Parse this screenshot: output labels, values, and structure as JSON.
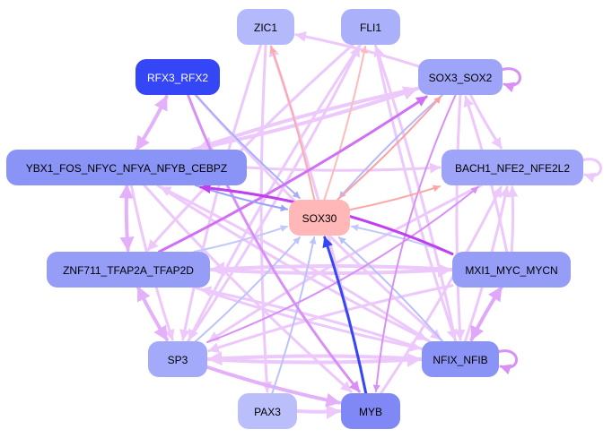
{
  "diagram": {
    "type": "directed-network",
    "nodes": [
      {
        "id": "ZIC1",
        "label": "ZIC1",
        "fill": "#b3b9fb",
        "text": "#000000"
      },
      {
        "id": "FLI1",
        "label": "FLI1",
        "fill": "#aab1fa",
        "text": "#000000"
      },
      {
        "id": "RFX3_RFX2",
        "label": "RFX3_RFX2",
        "fill": "#3446f5",
        "text": "#ffffff"
      },
      {
        "id": "SOX3_SOX2",
        "label": "SOX3_SOX2",
        "fill": "#9ea5f8",
        "text": "#000000"
      },
      {
        "id": "YBX1_FOS_NFYC_NFYA_NFYB_CEBPZ",
        "label": "YBX1_FOS_NFYC_NFYA_NFYB_CEBPZ",
        "fill": "#8a93f6",
        "text": "#000000"
      },
      {
        "id": "BACH1_NFE2_NFE2L2",
        "label": "BACH1_NFE2_NFE2L2",
        "fill": "#9ea5f8",
        "text": "#000000"
      },
      {
        "id": "SOX30",
        "label": "SOX30",
        "fill": "#ffb7b7",
        "text": "#000000"
      },
      {
        "id": "ZNF711_TFAP2A_TFAP2D",
        "label": "ZNF711_TFAP2A_TFAP2D",
        "fill": "#959df7",
        "text": "#000000"
      },
      {
        "id": "MXI1_MYC_MYCN",
        "label": "MXI1_MYC_MYCN",
        "fill": "#959df7",
        "text": "#000000"
      },
      {
        "id": "SP3",
        "label": "SP3",
        "fill": "#a3aaf9",
        "text": "#000000"
      },
      {
        "id": "NFIX_NFIB",
        "label": "NFIX_NFIB",
        "fill": "#8a93f6",
        "text": "#000000"
      },
      {
        "id": "PAX3",
        "label": "PAX3",
        "fill": "#babffc",
        "text": "#000000"
      },
      {
        "id": "MYB",
        "label": "MYB",
        "fill": "#8088f6",
        "text": "#000000"
      }
    ],
    "edges": [
      {
        "from": "MYB",
        "to": "SOX30",
        "color": "#3446f5",
        "weight": 3
      },
      {
        "from": "SP3",
        "to": "SOX30",
        "color": "#bcc2fb",
        "weight": 2
      },
      {
        "from": "PAX3",
        "to": "SOX30",
        "color": "#bcc2fb",
        "weight": 2
      },
      {
        "from": "NFIX_NFIB",
        "to": "SOX30",
        "color": "#b8befb",
        "weight": 2
      },
      {
        "from": "MXI1_MYC_MYCN",
        "to": "SOX30",
        "color": "#c3c8fb",
        "weight": 2
      },
      {
        "from": "ZNF711_TFAP2A_TFAP2D",
        "to": "SOX30",
        "color": "#c3c8fb",
        "weight": 2
      },
      {
        "from": "YBX1_FOS_NFYC_NFYA_NFYB_CEBPZ",
        "to": "SOX30",
        "color": "#9aa2f8",
        "weight": 2
      },
      {
        "from": "RFX3_RFX2",
        "to": "SOX30",
        "color": "#a7aef9",
        "weight": 2
      },
      {
        "from": "SOX3_SOX2",
        "to": "SOX30",
        "color": "#b5bbfa",
        "weight": 2
      },
      {
        "from": "SOX30",
        "to": "ZIC1",
        "color": "#ffaaaa",
        "weight": 2
      },
      {
        "from": "SOX30",
        "to": "FLI1",
        "color": "#ffbaba",
        "weight": 2
      },
      {
        "from": "SOX30",
        "to": "SOX3_SOX2",
        "color": "#ff9f9f",
        "weight": 2
      },
      {
        "from": "SOX30",
        "to": "BACH1_NFE2_NFE2L2",
        "color": "#ffa5a5",
        "weight": 2
      },
      {
        "from": "MXI1_MYC_MYCN",
        "to": "YBX1_FOS_NFYC_NFYA_NFYB_CEBPZ",
        "color": "#c040f0",
        "weight": 3
      },
      {
        "from": "ZNF711_TFAP2A_TFAP2D",
        "to": "SOX3_SOX2",
        "color": "#d070f5",
        "weight": 3
      },
      {
        "from": "SP3",
        "to": "BACH1_NFE2_NFE2L2",
        "color": "#d890f7",
        "weight": 2
      },
      {
        "from": "YBX1_FOS_NFYC_NFYA_NFYB_CEBPZ",
        "to": "RFX3_RFX2",
        "color": "#e4b0fa",
        "weight": 4,
        "bidirectional": true
      },
      {
        "from": "YBX1_FOS_NFYC_NFYA_NFYB_CEBPZ",
        "to": "ZNF711_TFAP2A_TFAP2D",
        "color": "#e4b0fa",
        "weight": 4,
        "bidirectional": true
      },
      {
        "from": "ZNF711_TFAP2A_TFAP2D",
        "to": "SP3",
        "color": "#e4b0fa",
        "weight": 4,
        "bidirectional": true
      },
      {
        "from": "MXI1_MYC_MYCN",
        "to": "NFIX_NFIB",
        "color": "#e0a8fa",
        "weight": 4,
        "bidirectional": true
      },
      {
        "from": "MXI1_MYC_MYCN",
        "to": "BACH1_NFE2_NFE2L2",
        "color": "#ecc8fb",
        "weight": 3
      },
      {
        "from": "SOX3_SOX2",
        "to": "BACH1_NFE2_NFE2L2",
        "color": "#ecc8fb",
        "weight": 3
      },
      {
        "from": "SOX3_SOX2",
        "to": "ZIC1",
        "color": "#ecc8fb",
        "weight": 3
      },
      {
        "from": "YBX1_FOS_NFYC_NFYA_NFYB_CEBPZ",
        "to": "SOX3_SOX2",
        "color": "#ecc8fb",
        "weight": 4
      },
      {
        "from": "SOX3_SOX2",
        "to": "YBX1_FOS_NFYC_NFYA_NFYB_CEBPZ",
        "color": "#ecc8fb",
        "weight": 4
      },
      {
        "from": "ZNF711_TFAP2A_TFAP2D",
        "to": "MXI1_MYC_MYCN",
        "color": "#ecc8fb",
        "weight": 4
      },
      {
        "from": "MXI1_MYC_MYCN",
        "to": "ZNF711_TFAP2A_TFAP2D",
        "color": "#ecc8fb",
        "weight": 4
      },
      {
        "from": "YBX1_FOS_NFYC_NFYA_NFYB_CEBPZ",
        "to": "BACH1_NFE2_NFE2L2",
        "color": "#ecc8fb",
        "weight": 3
      },
      {
        "from": "SP3",
        "to": "NFIX_NFIB",
        "color": "#ecc8fb",
        "weight": 4
      },
      {
        "from": "NFIX_NFIB",
        "to": "SP3",
        "color": "#ecc8fb",
        "weight": 4
      },
      {
        "from": "SP3",
        "to": "MYB",
        "color": "#e4b0fa",
        "weight": 4
      },
      {
        "from": "PAX3",
        "to": "MYB",
        "color": "#ecc8fb",
        "weight": 4
      },
      {
        "from": "ZIC1",
        "to": "PAX3",
        "color": "#ecc8fb",
        "weight": 3
      },
      {
        "from": "FLI1",
        "to": "NFIX_NFIB",
        "color": "#ecc8fb",
        "weight": 3
      },
      {
        "from": "FLI1",
        "to": "SP3",
        "color": "#ecc8fb",
        "weight": 3
      },
      {
        "from": "ZIC1",
        "to": "SP3",
        "color": "#ecc8fb",
        "weight": 3
      },
      {
        "from": "RFX3_RFX2",
        "to": "MYB",
        "color": "#d890f7",
        "weight": 3
      },
      {
        "from": "RFX3_RFX2",
        "to": "NFIX_NFIB",
        "color": "#ecc8fb",
        "weight": 3
      },
      {
        "from": "ZNF711_TFAP2A_TFAP2D",
        "to": "NFIX_NFIB",
        "color": "#ecc8fb",
        "weight": 3
      },
      {
        "from": "YBX1_FOS_NFYC_NFYA_NFYB_CEBPZ",
        "to": "NFIX_NFIB",
        "color": "#ecc8fb",
        "weight": 3
      },
      {
        "from": "YBX1_FOS_NFYC_NFYA_NFYB_CEBPZ",
        "to": "MYB",
        "color": "#ecc8fb",
        "weight": 3
      },
      {
        "from": "NFIX_NFIB",
        "to": "FLI1",
        "color": "#ecc8fb",
        "weight": 3
      },
      {
        "from": "SOX3_SOX2",
        "to": "MYB",
        "color": "#d890f7",
        "weight": 2
      },
      {
        "from": "SOX3_SOX2",
        "to": "NFIX_NFIB",
        "color": "#ecc8fb",
        "weight": 3
      },
      {
        "from": "MXI1_MYC_MYCN",
        "to": "SP3",
        "color": "#ecc8fb",
        "weight": 3
      },
      {
        "from": "NFIX_NFIB",
        "to": "ZNF711_TFAP2A_TFAP2D",
        "color": "#ecc8fb",
        "weight": 3
      },
      {
        "from": "BACH1_NFE2_NFE2L2",
        "to": "SP3",
        "color": "#ecc8fb",
        "weight": 3
      },
      {
        "from": "NFIX_NFIB",
        "to": "BACH1_NFE2_NFE2L2",
        "color": "#ecc8fb",
        "weight": 3
      },
      {
        "from": "MYB",
        "to": "BACH1_NFE2_NFE2L2",
        "color": "#ecc8fb",
        "weight": 3
      },
      {
        "from": "NFIX_NFIB",
        "to": "YBX1_FOS_NFYC_NFYA_NFYB_CEBPZ",
        "color": "#ecc8fb",
        "weight": 3
      },
      {
        "from": "SP3",
        "to": "FLI1",
        "color": "#ecc8fb",
        "weight": 3
      },
      {
        "from": "MYB",
        "to": "ZIC1",
        "color": "#ecc8fb",
        "weight": 3
      },
      {
        "from": "YBX1_FOS_NFYC_NFYA_NFYB_CEBPZ",
        "to": "SP3",
        "color": "#ecc8fb",
        "weight": 3
      },
      {
        "from": "FLI1",
        "to": "ZNF711_TFAP2A_TFAP2D",
        "color": "#ecc8fb",
        "weight": 3
      },
      {
        "from": "MXI1_MYC_MYCN",
        "to": "SOX3_SOX2",
        "color": "#ecc8fb",
        "weight": 3
      },
      {
        "from": "SOX3_SOX2",
        "to": "SOX3_SOX2",
        "color": "#d890f7",
        "weight": 3,
        "self": true
      },
      {
        "from": "BACH1_NFE2_NFE2L2",
        "to": "BACH1_NFE2_NFE2L2",
        "color": "#ecc8fb",
        "weight": 3,
        "self": true
      },
      {
        "from": "NFIX_NFIB",
        "to": "NFIX_NFIB",
        "color": "#d890f7",
        "weight": 3,
        "self": true
      }
    ]
  }
}
